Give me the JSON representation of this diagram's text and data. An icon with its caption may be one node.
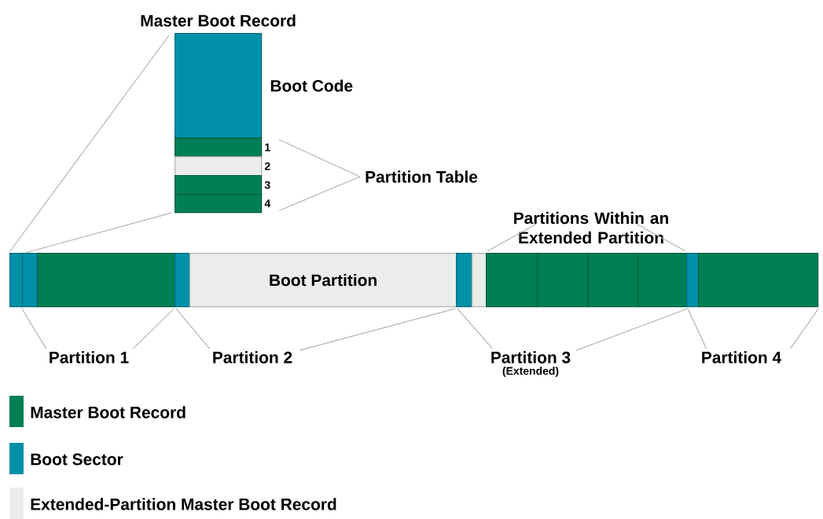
{
  "diagram": {
    "nodes": [
      {
        "text": [
          "Master Boot Record"
        ]
      },
      {
        "text": [],
        "shape": "box",
        "in": 0,
        "beside": [
          "Boot Code"
        ]
      },
      {
        "text": [],
        "shape": "box",
        "in": 0,
        "beside": [
          "1"
        ]
      },
      {
        "text": [],
        "shape": "box",
        "in": 0,
        "beside": [
          "2"
        ]
      },
      {
        "text": [],
        "shape": "box",
        "in": 0,
        "beside": [
          "3"
        ]
      },
      {
        "text": [],
        "shape": "box",
        "in": 0,
        "beside": [
          "4"
        ]
      },
      {
        "text": [
          "Partition Table"
        ]
      },
      {
        "text": [
          "Partitions Within an Extended Partition"
        ]
      },
      {
        "text": [],
        "shape": "box"
      },
      {
        "text": [],
        "shape": "box"
      },
      {
        "text": [],
        "shape": "box"
      },
      {
        "text": [],
        "shape": "box"
      },
      {
        "text": [
          "Boot Partition"
        ]
      },
      {
        "text": [],
        "shape": "box"
      },
      {
        "text": [],
        "shape": "box"
      },
      {
        "text": [],
        "shape": "box"
      },
      {
        "text": [],
        "shape": "box"
      },
      {
        "text": [],
        "shape": "box"
      },
      {
        "text": [],
        "shape": "box"
      },
      {
        "text": [],
        "shape": "box"
      },
      {
        "text": [],
        "shape": "box"
      },
      {
        "text": [
          "Partition 1"
        ]
      },
      {
        "text": [
          "Partition 2"
        ]
      },
      {
        "text": [
          "Partition 3",
          "(Extended)"
        ]
      },
      {
        "text": [
          "Partition 4"
        ]
      }
    ],
    "edges": [
      {
        "from": 0,
        "to": 8,
        "arrow": "none"
      },
      {
        "from": 0,
        "to": 9,
        "arrow": "none"
      },
      {
        "from": 6,
        "to": 2,
        "arrow": "none"
      },
      {
        "from": 6,
        "to": 5,
        "arrow": "none"
      },
      {
        "from": 7,
        "to": 15,
        "arrow": "none"
      },
      {
        "from": 7,
        "to": 18,
        "arrow": "none"
      },
      {
        "from": 21,
        "to": 9,
        "arrow": "none"
      },
      {
        "from": 21,
        "to": 10,
        "arrow": "none"
      },
      {
        "from": 22,
        "to": 11,
        "arrow": "none"
      },
      {
        "from": 22,
        "to": 12,
        "arrow": "none"
      },
      {
        "from": 23,
        "to": 13,
        "arrow": "none"
      },
      {
        "from": 23,
        "to": 18,
        "arrow": "none"
      },
      {
        "from": 24,
        "to": 19,
        "arrow": "none"
      },
      {
        "from": 24,
        "to": 20,
        "arrow": "none"
      }
    ],
    "legend": [
      {
        "text": "Master Boot Record",
        "color": "#007f56"
      },
      {
        "text": "Boot Sector",
        "color": "#0090a8"
      },
      {
        "text": "Extended-Partition Master Boot Record",
        "color": "#ebedea"
      }
    ]
  }
}
